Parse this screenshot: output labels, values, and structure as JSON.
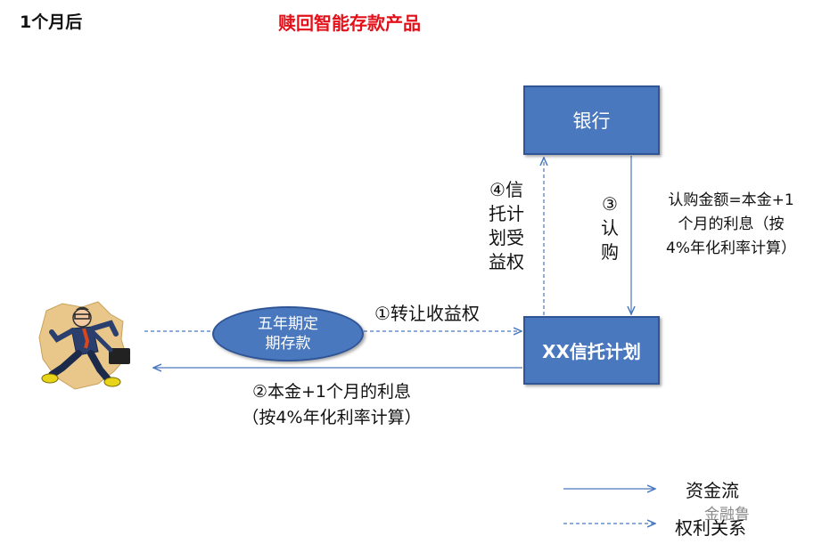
{
  "header": {
    "left": "1个月后",
    "title": "赎回智能存款产品"
  },
  "nodes": {
    "bank": "银行",
    "trust": "XX信托计划",
    "deposit": [
      "五年期定",
      "期存款"
    ]
  },
  "edges": {
    "step1": "①转让收益权",
    "step2": [
      "②本金+1个月的利息",
      "（按4%年化利率计算）"
    ],
    "step3": [
      "③",
      "认",
      "购"
    ],
    "step4": [
      "④信",
      "托计",
      "划受",
      "益权"
    ],
    "subscription_note": [
      "认购金额=本金+1",
      "个月的利息（按",
      "4%年化利率计算）"
    ]
  },
  "legend": {
    "cash_flow": "资金流",
    "rights": "权利关系"
  },
  "watermark": "金融鲁",
  "colors": {
    "box_fill": "#4a78be",
    "box_border": "#2f5597",
    "line": "#4a78be",
    "title_red": "#e3101a"
  }
}
